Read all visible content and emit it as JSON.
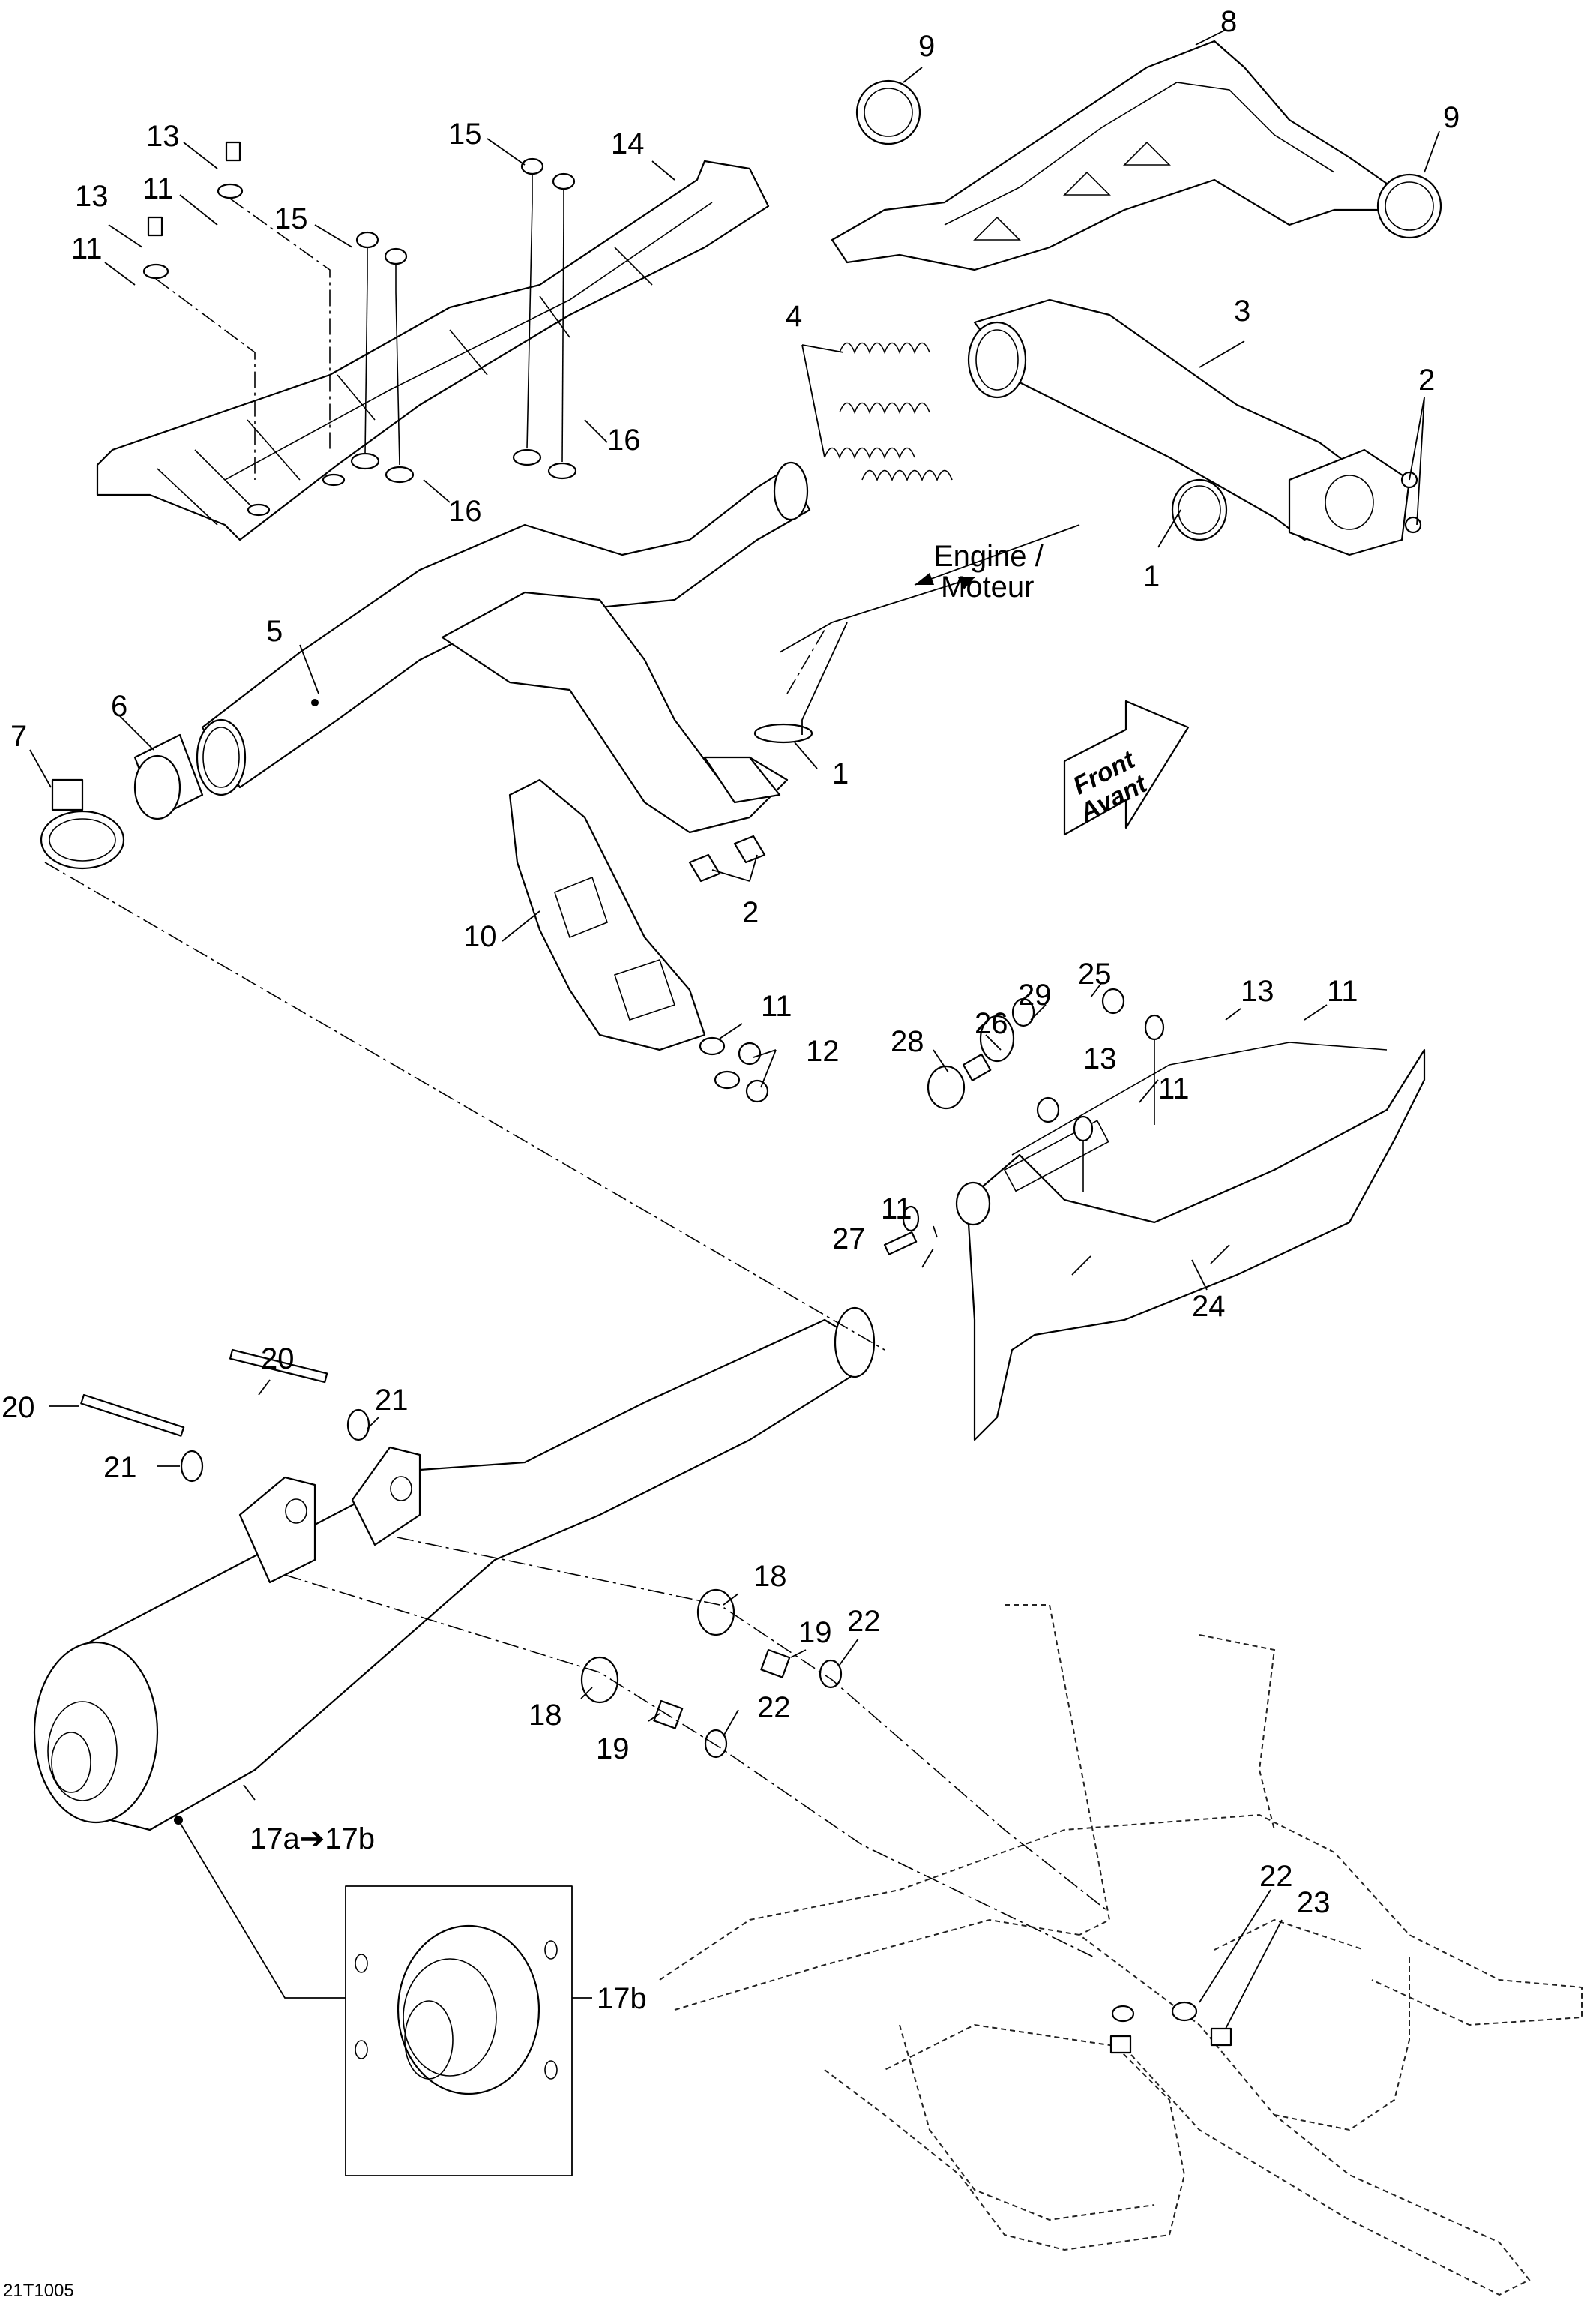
{
  "diagram": {
    "title": "Exhaust system exploded view",
    "reference_code": "21T1005",
    "engine_label_line1": "Engine /",
    "engine_label_line2": "Moteur",
    "front_label_line1": "Front",
    "front_label_line2": "Avant",
    "detail_label": "17b",
    "replacement_label": "17a➔17b",
    "callouts": [
      {
        "id": "c13a",
        "text": "13"
      },
      {
        "id": "c13b",
        "text": "13"
      },
      {
        "id": "c11a",
        "text": "11"
      },
      {
        "id": "c11b",
        "text": "11"
      },
      {
        "id": "c15a",
        "text": "15"
      },
      {
        "id": "c15b",
        "text": "15"
      },
      {
        "id": "c14",
        "text": "14"
      },
      {
        "id": "c16a",
        "text": "16"
      },
      {
        "id": "c16b",
        "text": "16"
      },
      {
        "id": "c9a",
        "text": "9"
      },
      {
        "id": "c9b",
        "text": "9"
      },
      {
        "id": "c8",
        "text": "8"
      },
      {
        "id": "c4",
        "text": "4"
      },
      {
        "id": "c3",
        "text": "3"
      },
      {
        "id": "c2a",
        "text": "2"
      },
      {
        "id": "c1a",
        "text": "1"
      },
      {
        "id": "c5",
        "text": "5"
      },
      {
        "id": "c6",
        "text": "6"
      },
      {
        "id": "c7",
        "text": "7"
      },
      {
        "id": "c1b",
        "text": "1"
      },
      {
        "id": "c2b",
        "text": "2"
      },
      {
        "id": "c10",
        "text": "10"
      },
      {
        "id": "c11c",
        "text": "11"
      },
      {
        "id": "c12",
        "text": "12"
      },
      {
        "id": "c25",
        "text": "25"
      },
      {
        "id": "c29",
        "text": "29"
      },
      {
        "id": "c26",
        "text": "26"
      },
      {
        "id": "c28",
        "text": "28"
      },
      {
        "id": "c13c",
        "text": "13"
      },
      {
        "id": "c11d",
        "text": "11"
      },
      {
        "id": "c13d",
        "text": "13"
      },
      {
        "id": "c11e",
        "text": "11"
      },
      {
        "id": "c27",
        "text": "27"
      },
      {
        "id": "c11f",
        "text": "11"
      },
      {
        "id": "c24",
        "text": "24"
      },
      {
        "id": "c20a",
        "text": "20"
      },
      {
        "id": "c20b",
        "text": "20"
      },
      {
        "id": "c21a",
        "text": "21"
      },
      {
        "id": "c21b",
        "text": "21"
      },
      {
        "id": "c18a",
        "text": "18"
      },
      {
        "id": "c19a",
        "text": "19"
      },
      {
        "id": "c22a",
        "text": "22"
      },
      {
        "id": "c18b",
        "text": "18"
      },
      {
        "id": "c19b",
        "text": "19"
      },
      {
        "id": "c22b",
        "text": "22"
      },
      {
        "id": "c22c",
        "text": "22"
      },
      {
        "id": "c23",
        "text": "23"
      }
    ]
  }
}
